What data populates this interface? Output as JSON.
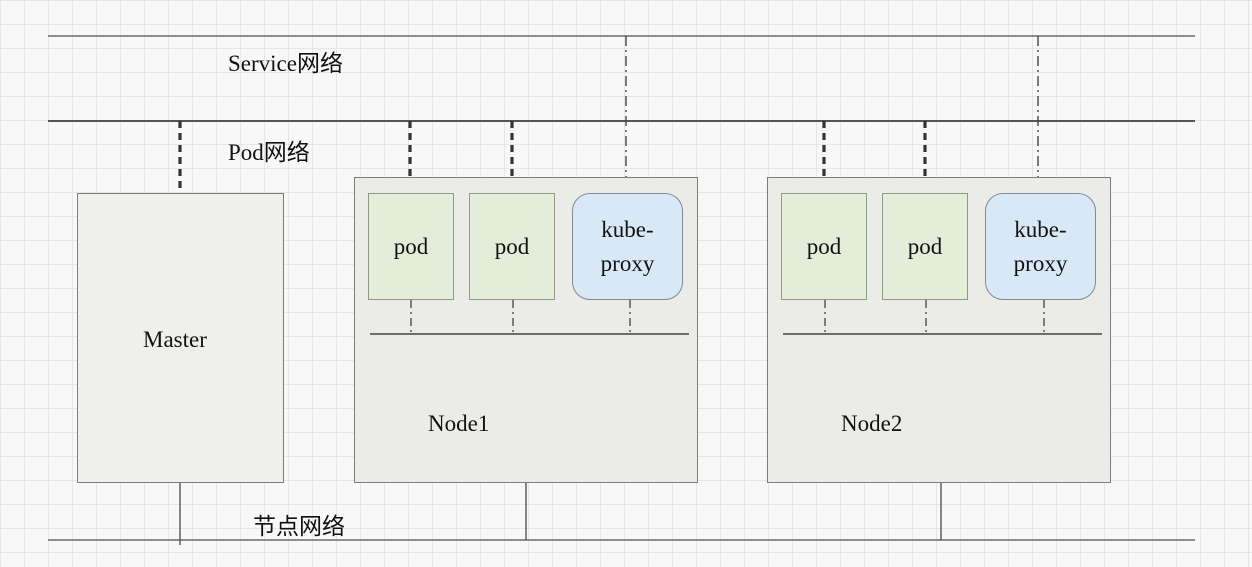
{
  "networks": {
    "service": "Service网络",
    "pod": "Pod网络",
    "node": "节点网络"
  },
  "master": {
    "label": "Master"
  },
  "nodes": [
    {
      "label": "Node1",
      "pods": [
        "pod",
        "pod"
      ],
      "proxy": "kube-\nproxy"
    },
    {
      "label": "Node2",
      "pods": [
        "pod",
        "pod"
      ],
      "proxy": "kube-\nproxy"
    }
  ],
  "colors": {
    "pod_fill": "#e3edd9",
    "proxy_fill": "#d9e8f7",
    "node_fill": "#ebece7",
    "master_fill": "#efefec",
    "line": "#555555"
  }
}
